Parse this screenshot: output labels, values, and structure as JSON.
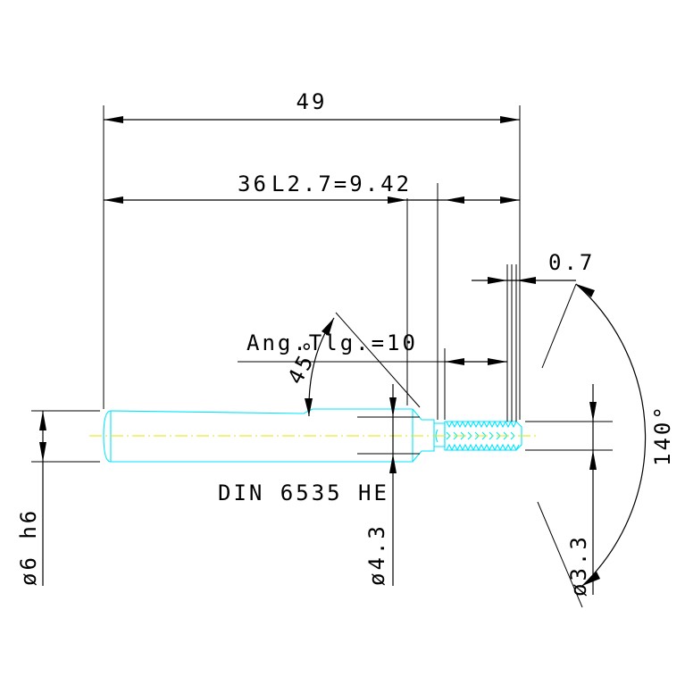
{
  "dimensions": {
    "overall_length": "49",
    "shank_length": "36",
    "thread_length": "L2.7=9.42",
    "angle_label": "Ang.Tlg.=10",
    "chamfer": "45°",
    "lip": "0.7",
    "point_angle": "140°",
    "shank_diameter": "ø6 h6",
    "neck_diameter": "ø4.3",
    "thread_diameter": "ø3.3"
  },
  "designation": "DIN 6535 HE",
  "colors": {
    "part_outline": "#00e5ff",
    "center_line": "#e6e600",
    "dimension": "#000000"
  }
}
